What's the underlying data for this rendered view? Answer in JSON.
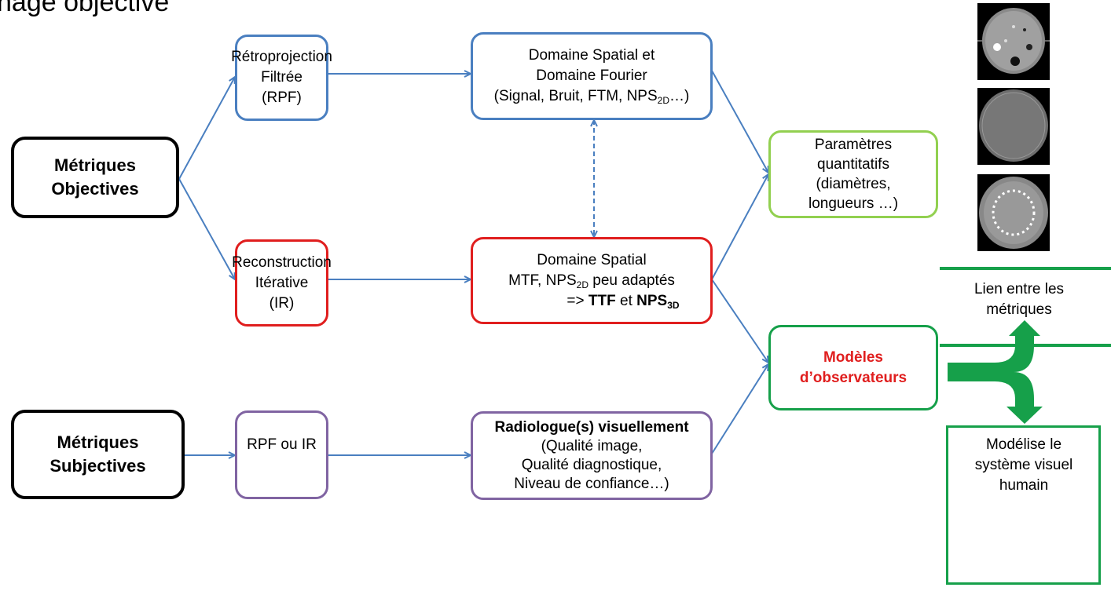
{
  "title": "nage objective",
  "boxes": {
    "objective": [
      "Métriques",
      "Objectives"
    ],
    "subjective": [
      "Métriques",
      "Subjectives"
    ],
    "rpf": [
      "Rétroprojection",
      "Filtrée",
      "(RPF)"
    ],
    "ir": [
      "Reconstruction",
      "Itérative",
      "(IR)"
    ],
    "rpf_ir": "RPF ou IR",
    "domain_fourier": {
      "line1": "Domaine Spatial et",
      "line2": "Domaine Fourier",
      "line3_pre": "(Signal, Bruit, FTM, NPS",
      "line3_sub": "2D",
      "line3_post": "…)"
    },
    "domain_spatial": {
      "line1": "Domaine Spatial",
      "line2_pre": "MTF, NPS",
      "line2_sub": "2D",
      "line2_post": " peu adaptés",
      "line3_pre": "=> ",
      "line3_ttf": "TTF",
      "line3_mid": " et ",
      "line3_nps": "NPS",
      "line3_sub": "3D"
    },
    "radiologue": {
      "line1": "Radiologue(s) visuellement",
      "line2": "(Qualité image,",
      "line3": "Qualité diagnostique,",
      "line4": "Niveau de confiance…)"
    },
    "parametres": [
      "Paramètres",
      "quantitatifs",
      "(diamètres,",
      "longueurs …)"
    ],
    "modeles": [
      "Modèles",
      "d’observateurs"
    ]
  },
  "side": {
    "link_label": [
      "Lien entre les",
      "métriques"
    ],
    "model_label": [
      "Modélise le",
      "système visuel",
      "humain"
    ]
  },
  "colors": {
    "blue": "#4a7fc0",
    "red": "#e01e1e",
    "purple": "#8064a2",
    "light_green": "#92d050",
    "green": "#16a04a"
  }
}
